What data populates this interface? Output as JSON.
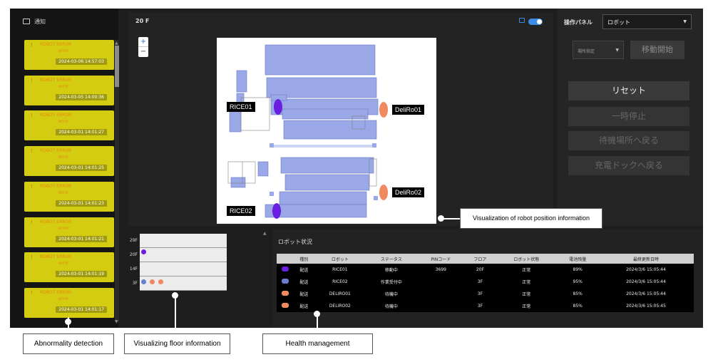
{
  "notifications": {
    "header": "通知",
    "items": [
      {
        "title": "ROBOT ERROR",
        "sub": "error",
        "timestamp": "2024-03-06 14:57:03"
      },
      {
        "title": "ROBOT ERROR",
        "sub": "error",
        "timestamp": "2024-03-05 14:00:36"
      },
      {
        "title": "ROBOT ERROR",
        "sub": "error",
        "timestamp": "2024-03-01 14:01:27"
      },
      {
        "title": "ROBOT ERROR",
        "sub": "error",
        "timestamp": "2024-03-01 14:01:25"
      },
      {
        "title": "ROBOT ERROR",
        "sub": "error",
        "timestamp": "2024-03-01 14:01:23"
      },
      {
        "title": "ROBOT ERROR",
        "sub": "error",
        "timestamp": "2024-03-01 14:01:21"
      },
      {
        "title": "ROBOT ERROR",
        "sub": "error",
        "timestamp": "2024-03-01 14:01:19"
      },
      {
        "title": "ROBOT ERROR",
        "sub": "error",
        "timestamp": "2024-03-01 14:01:17"
      }
    ]
  },
  "map": {
    "floor": "20 F",
    "zoom_in": "+",
    "zoom_out": "−",
    "robots": [
      {
        "label": "RICE01",
        "color": "#6a1ee0"
      },
      {
        "label": "RICE02",
        "color": "#6a1ee0"
      },
      {
        "label": "DeliRo01",
        "color": "#f08860"
      },
      {
        "label": "DeliRo02",
        "color": "#f08860"
      }
    ]
  },
  "operation_panel": {
    "title": "操作パネル",
    "robot_select": "ロボット",
    "location_select": "場所指定",
    "start_button": "移動開始",
    "reset_button": "リセット",
    "pause_button": "一時停止",
    "return_standby_button": "待機場所へ戻る",
    "return_dock_button": "充電ドックへ戻る"
  },
  "floors": {
    "labels": [
      "29F",
      "20F",
      "14F",
      "3F"
    ]
  },
  "robot_status": {
    "title": "ロボット状況",
    "headers": [
      "",
      "種別",
      "ロボット",
      "ステータス",
      "PINコード",
      "フロア",
      "ロボット状態",
      "電池残量",
      "最終更新日時"
    ],
    "rows": [
      {
        "icon_color": "#6a1ee0",
        "type": "配送",
        "robot": "RICE01",
        "status": "移動中",
        "pin": "3699",
        "floor": "20F",
        "state": "正常",
        "battery": "89%",
        "updated": "2024/3/6 15:05:44"
      },
      {
        "icon_color": "#6a7ed0",
        "type": "配送",
        "robot": "RICE02",
        "status": "作業受付中",
        "pin": "",
        "floor": "3F",
        "state": "正常",
        "battery": "95%",
        "updated": "2024/3/6 15:05:44"
      },
      {
        "icon_color": "#f08860",
        "type": "配送",
        "robot": "DELIRO01",
        "status": "待機中",
        "pin": "",
        "floor": "3F",
        "state": "正常",
        "battery": "85%",
        "updated": "2024/3/6 15:05:44"
      },
      {
        "icon_color": "#f08860",
        "type": "配送",
        "robot": "DELIRO02",
        "status": "待機中",
        "pin": "",
        "floor": "3F",
        "state": "正常",
        "battery": "85%",
        "updated": "2024/3/6 15:05:45"
      }
    ]
  },
  "callouts": {
    "abnormality": "Abnormality detection",
    "floor_info": "Visualizing floor information",
    "health": "Health management",
    "position": "Visualization of robot position information"
  }
}
